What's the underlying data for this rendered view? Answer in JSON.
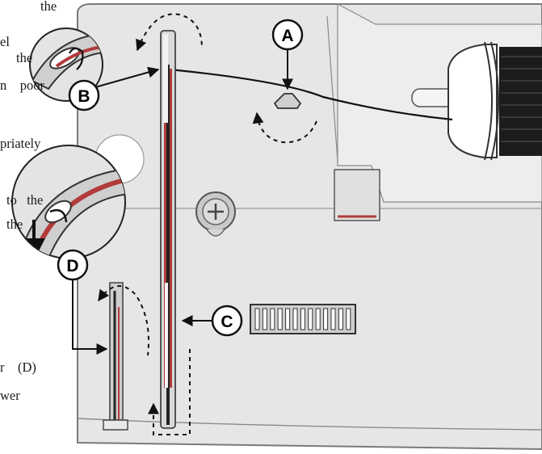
{
  "callouts": {
    "a": "A",
    "b": "B",
    "c": "C",
    "d": "D"
  },
  "text_fragments": [
    "the",
    "el",
    "the",
    "n    poor",
    "priately",
    "to   the",
    "the",
    "r    (D)",
    "wer"
  ],
  "colors": {
    "machine_body": "#e6e6e6",
    "machine_line": "#7a7a7a",
    "thread": "#111111",
    "take_up_red": "#b23b3b",
    "guide_dark": "#333333"
  }
}
